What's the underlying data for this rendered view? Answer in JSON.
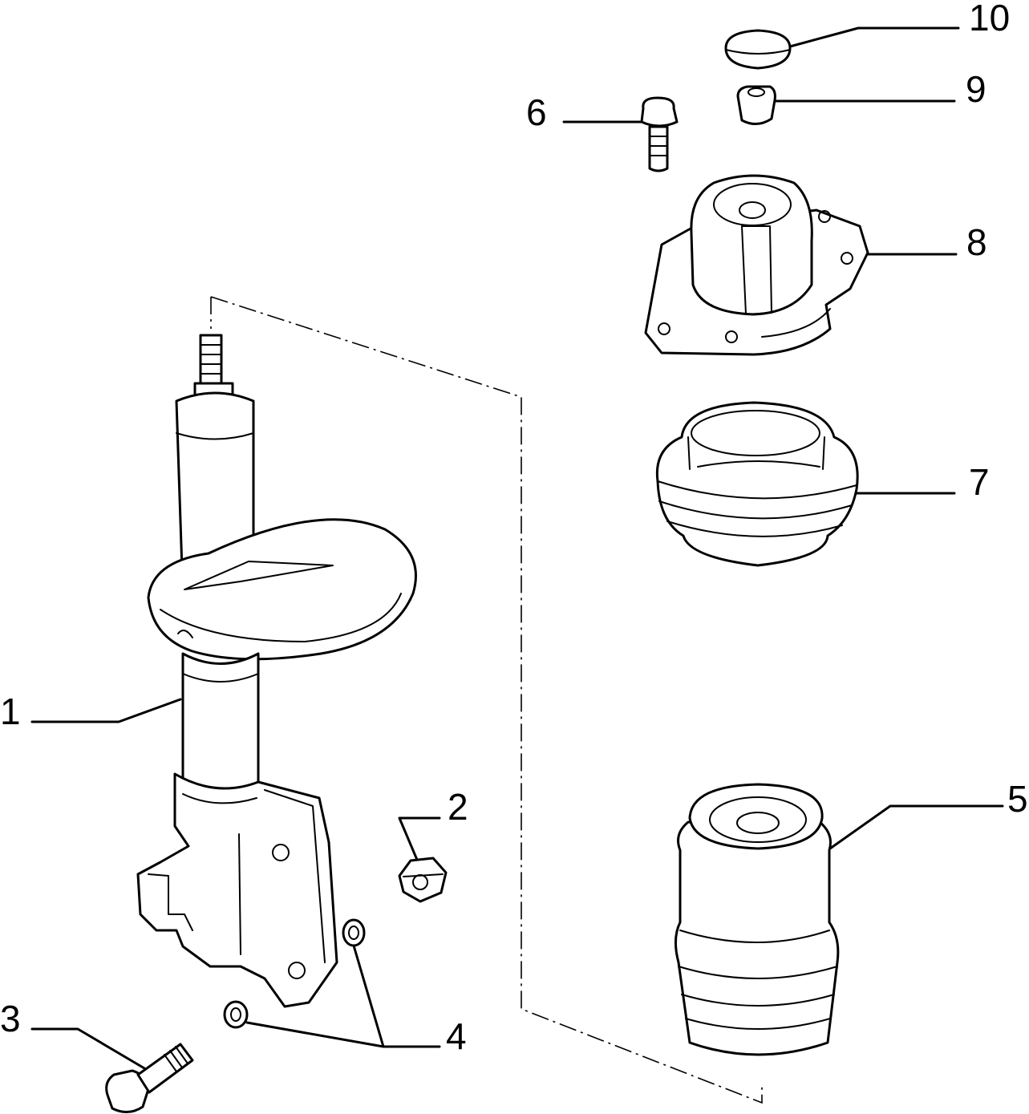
{
  "diagram": {
    "callouts": [
      {
        "id": "1",
        "label": "1"
      },
      {
        "id": "2",
        "label": "2"
      },
      {
        "id": "3",
        "label": "3"
      },
      {
        "id": "4",
        "label": "4"
      },
      {
        "id": "5",
        "label": "5"
      },
      {
        "id": "6",
        "label": "6"
      },
      {
        "id": "7",
        "label": "7"
      },
      {
        "id": "8",
        "label": "8"
      },
      {
        "id": "9",
        "label": "9"
      },
      {
        "id": "10",
        "label": "10"
      }
    ],
    "colors": {
      "ink": "#000000",
      "paper": "#ffffff"
    }
  }
}
